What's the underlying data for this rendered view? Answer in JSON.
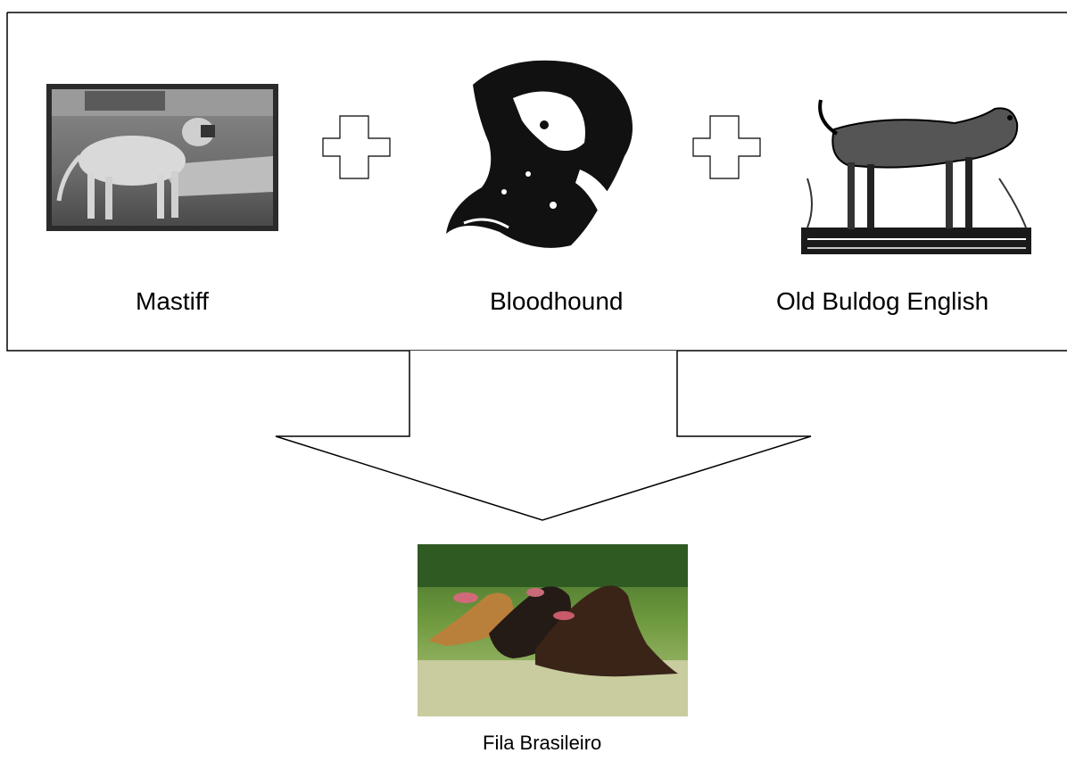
{
  "sources": [
    {
      "id": "mastiff",
      "label": "Mastiff"
    },
    {
      "id": "bloodhound",
      "label": "Bloodhound"
    },
    {
      "id": "old-bulldog",
      "label": "Old Buldog English"
    }
  ],
  "operators": [
    "plus-icon",
    "plus-icon"
  ],
  "result": {
    "label": "Fila Brasileiro"
  },
  "colors": {
    "stroke": "#000000",
    "background": "#ffffff"
  }
}
